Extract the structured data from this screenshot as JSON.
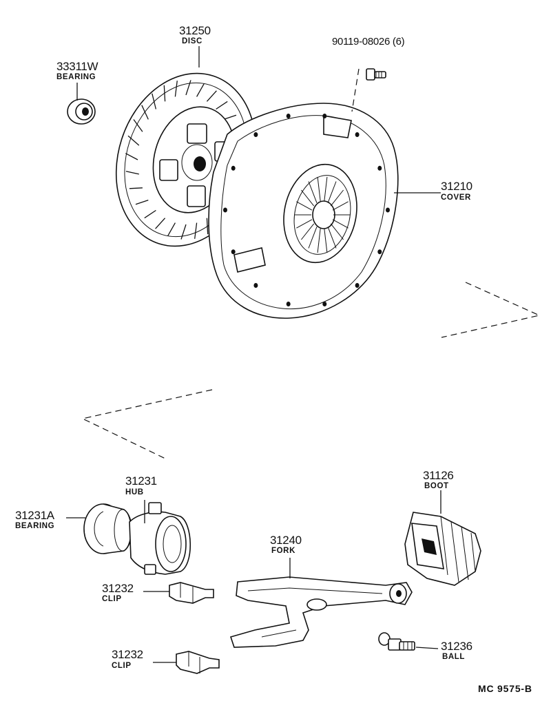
{
  "labels": {
    "disc": {
      "number": "31250",
      "name": "DISC"
    },
    "bearing_top": {
      "number": "33311W",
      "name": "BEARING"
    },
    "bolt": {
      "number": "90119-08026 (6)"
    },
    "cover": {
      "number": "31210",
      "name": "COVER"
    },
    "hub": {
      "number": "31231",
      "name": "HUB"
    },
    "release_bearing": {
      "number": "31231A",
      "name": "BEARING"
    },
    "clip_upper": {
      "number": "31232",
      "name": "CLIP"
    },
    "clip_lower": {
      "number": "31232",
      "name": "CLIP"
    },
    "fork": {
      "number": "31240",
      "name": "FORK"
    },
    "boot": {
      "number": "31126",
      "name": "BOOT"
    },
    "ball": {
      "number": "31236",
      "name": "BALL"
    }
  },
  "drawing_code": "MC  9575-B"
}
